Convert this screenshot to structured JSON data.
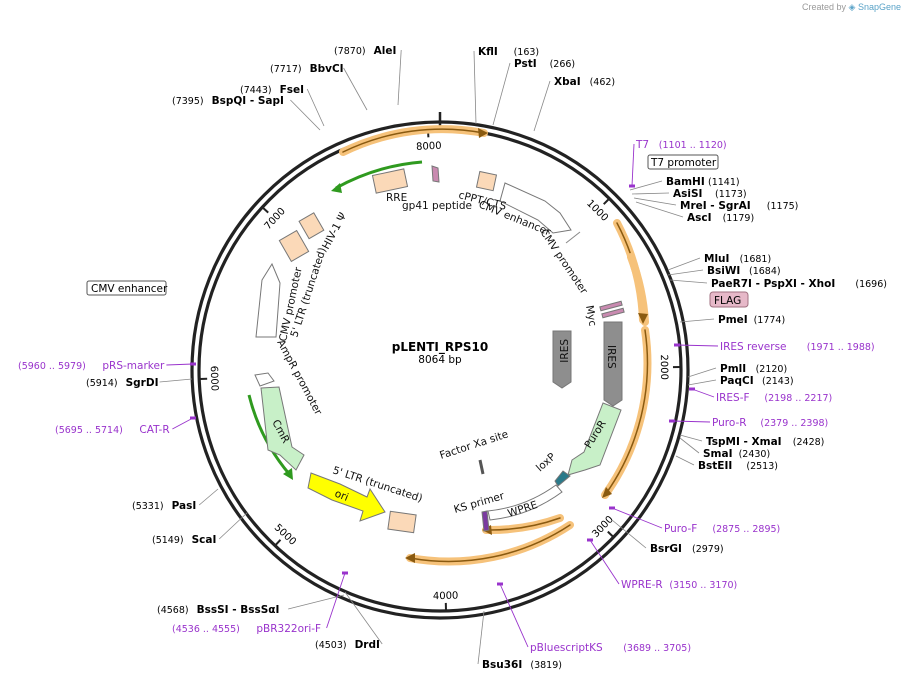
{
  "creator": {
    "prefix": "Created by",
    "brand": "SnapGene"
  },
  "plasmid": {
    "name": "pLENTI_RPS10",
    "length_label": "8064 bp",
    "length": 8064
  },
  "colors": {
    "backbone": "#222222",
    "site_text": "#000000",
    "primer": "#9933cc",
    "orf_highlight": "#f6c27a",
    "arrow_dark": "#8a5a10",
    "green_arrow": "#2f9a1f",
    "ires": "#8e8e8e",
    "purple_feature": "#c98ab0",
    "flag_box": "#e6b8c8"
  },
  "ticks": [
    "1000",
    "2000",
    "3000",
    "4000",
    "5000",
    "6000",
    "7000",
    "8000"
  ],
  "restriction_sites": [
    {
      "name": "KflI",
      "pos": "(163)"
    },
    {
      "name": "PstI",
      "pos": "(266)"
    },
    {
      "name": "XbaI",
      "pos": "(462)"
    },
    {
      "name": "BamHI",
      "pos": "(1141)"
    },
    {
      "name": "AsiSI",
      "pos": "(1173)"
    },
    {
      "name": "MreI - SgrAI",
      "pos": "(1175)"
    },
    {
      "name": "AscI",
      "pos": "(1179)"
    },
    {
      "name": "MluI",
      "pos": "(1681)"
    },
    {
      "name": "BsiWI",
      "pos": "(1684)"
    },
    {
      "name": "PaeR7I - PspXI - XhoI",
      "pos": "(1696)"
    },
    {
      "name": "PmeI",
      "pos": "(1774)"
    },
    {
      "name": "PmlI",
      "pos": "(2120)"
    },
    {
      "name": "PaqCI",
      "pos": "(2143)"
    },
    {
      "name": "TspMI - XmaI",
      "pos": "(2428)"
    },
    {
      "name": "SmaI",
      "pos": "(2430)"
    },
    {
      "name": "BstEII",
      "pos": "(2513)"
    },
    {
      "name": "BsrGI",
      "pos": "(2979)"
    },
    {
      "name": "Bsu36I",
      "pos": "(3819)"
    },
    {
      "name": "DrdI",
      "pos": "(4503)"
    },
    {
      "name": "BssSI - BssSαI",
      "pos": "(4568)"
    },
    {
      "name": "ScaI",
      "pos": "(5149)"
    },
    {
      "name": "PasI",
      "pos": "(5331)"
    },
    {
      "name": "SgrDI",
      "pos": "(5914)"
    },
    {
      "name": "BspQI - SapI",
      "pos": "(7395)"
    },
    {
      "name": "FseI",
      "pos": "(7443)"
    },
    {
      "name": "BbvCI",
      "pos": "(7717)"
    },
    {
      "name": "AleI",
      "pos": "(7870)"
    }
  ],
  "primers": [
    {
      "name": "T7",
      "range": "(1101 .. 1120)"
    },
    {
      "name": "IRES reverse",
      "range": "(1971 .. 1988)"
    },
    {
      "name": "IRES-F",
      "range": "(2198 .. 2217)"
    },
    {
      "name": "Puro-R",
      "range": "(2379 .. 2398)"
    },
    {
      "name": "Puro-F",
      "range": "(2875 .. 2895)"
    },
    {
      "name": "WPRE-R",
      "range": "(3150 .. 3170)"
    },
    {
      "name": "pBluescriptKS",
      "range": "(3689 .. 3705)"
    },
    {
      "name": "pBR322ori-F",
      "range": "(4536 .. 4555)"
    },
    {
      "name": "CAT-R",
      "range": "(5695 .. 5714)"
    },
    {
      "name": "pRS-marker",
      "range": "(5960 .. 5979)"
    }
  ],
  "boxed_labels": [
    "T7 promoter",
    "FLAG",
    "CMV enhancer"
  ],
  "features": [
    "RRE",
    "gp41 peptide",
    "cPPT/CTS",
    "CMV enhancer",
    "CMV promoter",
    "Myc",
    "IRES",
    "IRES",
    "PuroR",
    "loxP",
    "WPRE",
    "KS primer",
    "Factor Xa site",
    "5' LTR (truncated)",
    "ori",
    "CmR",
    "AmpR promoter",
    "CMV promoter",
    "5' LTR (truncated)",
    "HIV-1 Ψ"
  ]
}
